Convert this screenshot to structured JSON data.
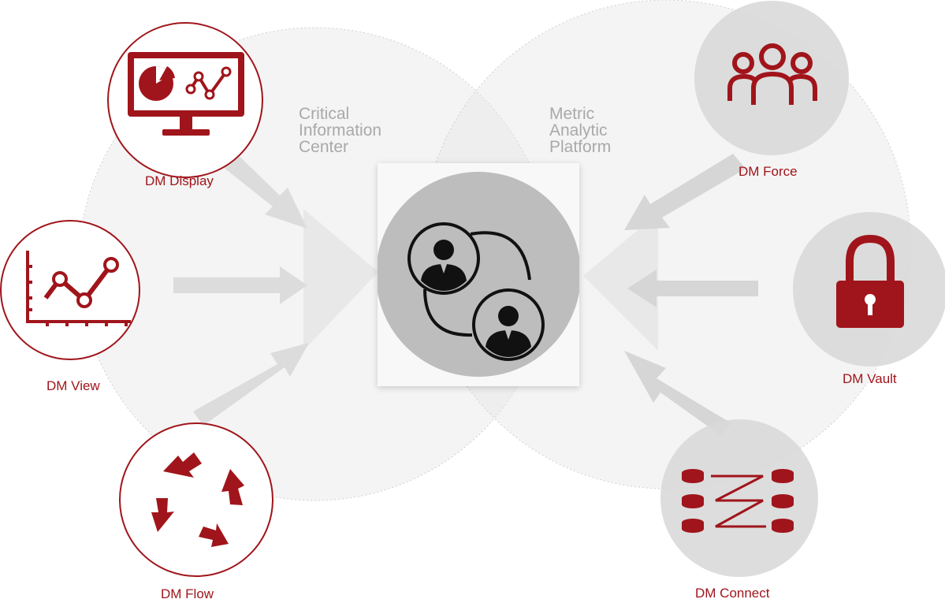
{
  "venn": {
    "left_label": [
      "Critical",
      "Information",
      "Center"
    ],
    "right_label": [
      "Metric",
      "Analytic",
      "Platform"
    ]
  },
  "modules": {
    "display": {
      "label": "DM Display",
      "icon": "monitor-chart-icon"
    },
    "view": {
      "label": "DM View",
      "icon": "line-chart-icon"
    },
    "flow": {
      "label": "DM Flow",
      "icon": "cycle-arrows-icon"
    },
    "force": {
      "label": "DM Force",
      "icon": "people-group-icon"
    },
    "vault": {
      "label": "DM Vault",
      "icon": "padlock-icon"
    },
    "connect": {
      "label": "DM Connect",
      "icon": "database-connect-icon"
    }
  },
  "center": {
    "icon": "user-exchange-icon"
  },
  "colors": {
    "brand_red": "#a0151b",
    "gray_circle": "#d8d8d8",
    "hub_gray": "#bdbdbd"
  }
}
